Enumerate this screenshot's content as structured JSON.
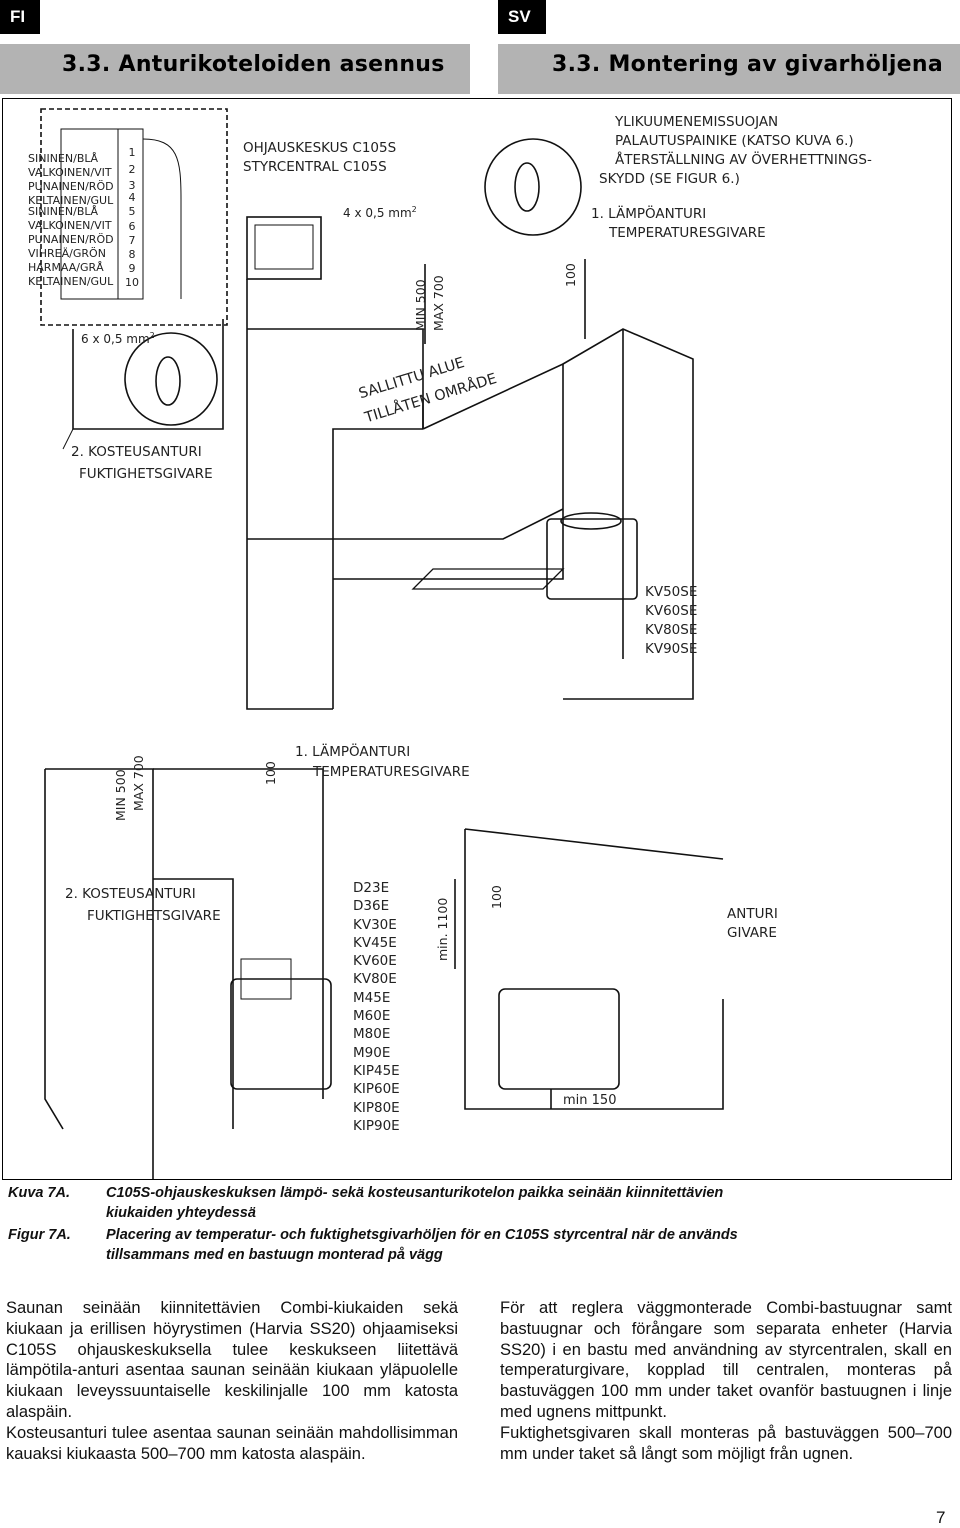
{
  "tabs": {
    "fi": "FI",
    "sv": "SV"
  },
  "titles": {
    "fi": "3.3. Anturikoteloiden asennus",
    "sv": "3.3. Montering av givarhöljena"
  },
  "diagram": {
    "wires": [
      "SININEN/BLÅ",
      "VALKOINEN/VIT",
      "PUNAINEN/RÖD",
      "KELTAINEN/GUL",
      "SININEN/BLÅ",
      "VALKOINEN/VIT",
      "PUNAINEN/RÖD",
      "VIHREÄ/GRÖN",
      "HARMAA/GRÅ",
      "KELTAINEN/GUL"
    ],
    "terminals": [
      "1",
      "2",
      "3",
      "4",
      "5",
      "6",
      "7",
      "8",
      "9",
      "10"
    ],
    "cable6": "6 x 0,5 mm",
    "cable4": "4 x 0,5 mm",
    "sup": "2",
    "control_unit": [
      "OHJAUSKESKUS C105S",
      "STYRCENTRAL C105S"
    ],
    "reset_button": [
      "YLIKUUMENEMISSUOJAN",
      "PALAUTUSPAINIKE (KATSO KUVA 6.)",
      "ÅTERSTÄLLNING AV ÖVERHETTNINGS-",
      "SKYDD (SE FIGUR 6.)"
    ],
    "temp_sensor": [
      "1. LÄMPÖANTURI",
      "TEMPERATURESGIVARE"
    ],
    "humidity_sensor": [
      "2. KOSTEUSANTURI",
      "FUKTIGHETSGIVARE"
    ],
    "min500": "MIN 500",
    "max700": "MAX 700",
    "dim100": "100",
    "allowed_area": [
      "SALLITTU ALUE",
      "TILLÅTEN OMRÅDE"
    ],
    "models_top": [
      "KV50SE",
      "KV60SE",
      "KV80SE",
      "KV90SE"
    ],
    "models_bottom": [
      "D23E",
      "D36E",
      "KV30E",
      "KV45E",
      "KV60E",
      "KV80E",
      "M45E",
      "M60E",
      "M80E",
      "M90E",
      "KIP45E",
      "KIP60E",
      "KIP80E",
      "KIP90E"
    ],
    "min1100": "min. 1100",
    "min150": "min 150",
    "sensor_label": [
      "ANTURI",
      "GIVARE"
    ]
  },
  "captions": {
    "fi_label": "Kuva 7A.",
    "fi_text": "C105S-ohjauskeskuksen lämpö- sekä kosteusanturikotelon paikka seinään kiinnitettävien kiukaiden yhteydessä",
    "sv_label": "Figur 7A.",
    "sv_text": "Placering av temperatur- och fuktighetsgivarhöljen för en C105S styrcentral när de används tillsammans med en bastuugn monterad på vägg"
  },
  "body": {
    "fi": [
      "Saunan seinään kiinnitettävien Combi-kiukaiden sekä kiukaan ja erillisen höyrystimen (Harvia SS20) ohjaamiseksi C105S ohjauskeskuksella tulee keskukseen liitettävä lämpötila-anturi asentaa saunan seinään kiukaan yläpuolelle kiukaan leveyssuuntaiselle keskilinjalle 100 mm katosta alaspäin.",
      "Kosteusanturi tulee asentaa saunan seinään mahdollisimman kauaksi kiukaasta 500–700 mm katosta alaspäin."
    ],
    "sv": [
      "För att reglera väggmonterade Combi-bastuugnar samt bastuugnar och förångare som separata enheter (Harvia SS20) i en bastu med användning av styrcentralen, skall en temperaturgivare, kopplad till centralen, monteras på bastuväggen 100 mm under taket ovanför bastuugnen i linje med ugnens mittpunkt.",
      "Fuktighetsgivaren skall monteras på bastuväggen 500–700 mm under taket så långt som möjligt från ugnen."
    ]
  },
  "page_number": "7"
}
